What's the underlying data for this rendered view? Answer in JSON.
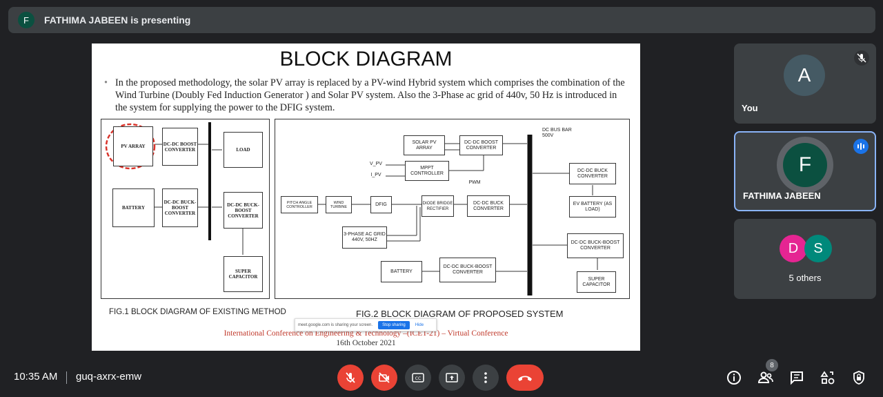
{
  "presenter": {
    "avatar_letter": "F",
    "text": "FATHIMA JABEEN is presenting"
  },
  "slide": {
    "title": "BLOCK DIAGRAM",
    "bullet": "In the proposed methodology, the solar PV array is replaced by a PV-wind Hybrid system which comprises the combination of the Wind Turbine (Doubly Fed Induction Generator ) and Solar PV system. Also the 3-Phase ac grid of 440v, 50 Hz is introduced in the system for supplying the power to the DFIG system.",
    "fig1_caption": "FIG.1 BLOCK DIAGRAM OF EXISTING METHOD",
    "fig2_caption": "FIG.2 BLOCK DIAGRAM OF PROPOSED SYSTEM",
    "conference": "International Conference on Engineering & Technology –(ICET-21) – Virtual Conference",
    "date": "16th October 2021",
    "fig1": {
      "pv": "PV ARRAY",
      "boost": "DC-DC BOOST CONVERTER",
      "load": "LOAD",
      "battery": "BATTERY",
      "buckboost": "DC-DC BUCK-BOOST CONVERTER",
      "buckboost2": "DC-DC BUCK-BOOST CONVERTER",
      "supercap": "SUPER CAPACITOR"
    },
    "fig2": {
      "dcbus": "DC BUS BAR 500V",
      "solar": "SOLAR PV ARRAY",
      "boost": "DC-DC BOOST CONVERTER",
      "vpv": "V_PV",
      "ipv": "I_PV",
      "mppt": "MPPT CONTROLLER",
      "pwm": "PWM",
      "pitch": "PITCH ANGLE CONTROLLER",
      "wind": "WIND TURBINE",
      "dfig": "DFIG",
      "rectifier": "DIODE BRIDGE RECTIFIER",
      "buck": "DC-DC BUCK CONVERTER",
      "grid": "3-PHASE AC GRID 440V, 50HZ",
      "battery": "BATTERY",
      "buckboost": "DC-DC BUCK-BOOST CONVERTER",
      "buck2": "DC-DC BUCK CONVERTER",
      "ev": "EV BATTERY (AS LOAD)",
      "buckboost2": "DC-DC BUCK-BOOST CONVERTER",
      "supercap": "SUPER CAPACITOR"
    },
    "sharing_bar": {
      "text": "meet.google.com is sharing your screen.",
      "stop": "Stop sharing",
      "hide": "Hide"
    }
  },
  "participants": {
    "you": {
      "letter": "A",
      "name": "You",
      "avatar_color": "#455a64"
    },
    "presenter": {
      "letter": "F",
      "name": "FATHIMA JABEEN",
      "avatar_color": "#0b5040"
    },
    "others": {
      "letters": [
        "D",
        "S"
      ],
      "colors": [
        "#e52592",
        "#00897b"
      ],
      "label": "5 others"
    }
  },
  "bottom": {
    "time": "10:35 AM",
    "meeting_code": "guq-axrx-emw",
    "people_count": "8"
  },
  "colors": {
    "accent": "#8ab4f8",
    "end_call": "#ea4335",
    "background": "#202124"
  }
}
